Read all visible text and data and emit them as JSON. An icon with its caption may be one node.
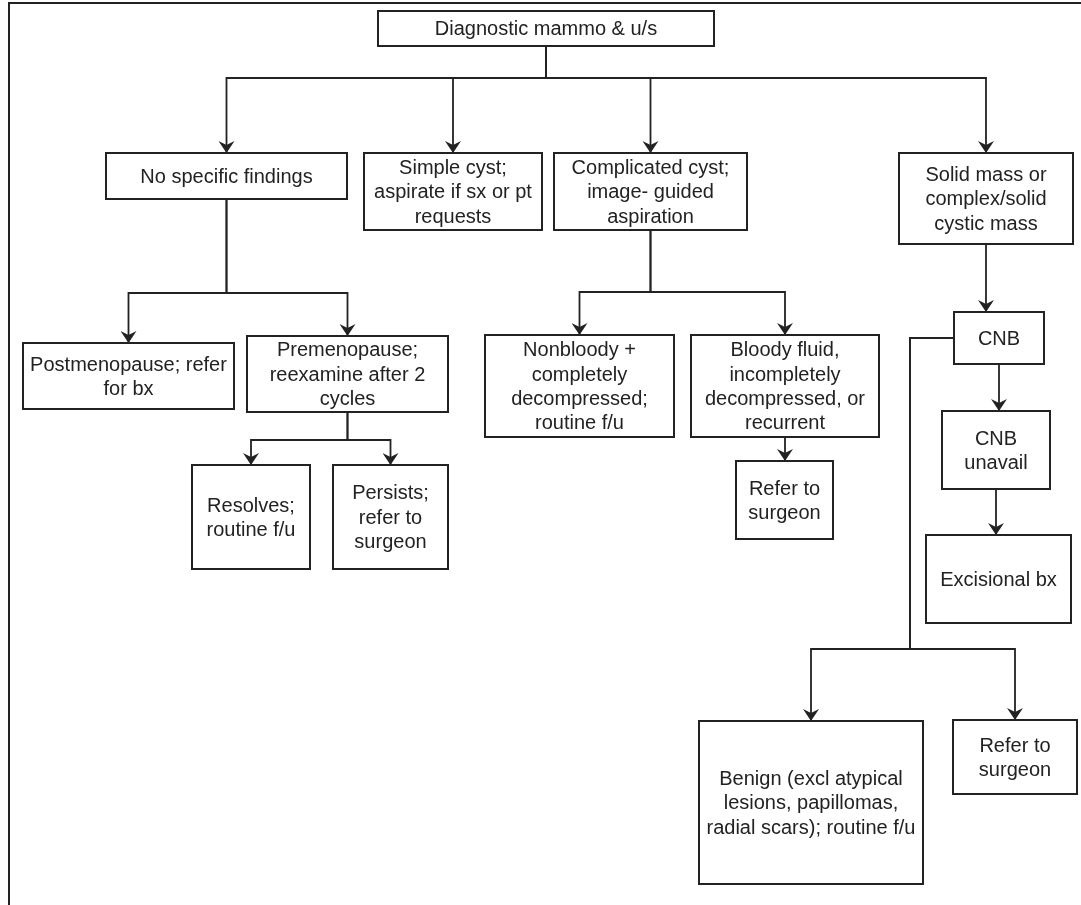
{
  "diagram": {
    "nodes": [
      {
        "text": [
          "Diagnostic mammo & u/s"
        ]
      },
      {
        "text": [
          "No specific findings"
        ]
      },
      {
        "text": [
          "Simple cyst; aspirate if sx or pt requests"
        ]
      },
      {
        "text": [
          "Complicated cyst; image- guided aspiration"
        ]
      },
      {
        "text": [
          "Solid mass or complex/solid cystic mass"
        ]
      },
      {
        "text": [
          "Postmenopause; refer for bx"
        ]
      },
      {
        "text": [
          "Premenopause; reexamine after 2 cycles"
        ]
      },
      {
        "text": [
          "Nonbloody + completely decompressed; routine f/u"
        ]
      },
      {
        "text": [
          "Bloody fluid, incompletely decompressed, or recurrent"
        ]
      },
      {
        "text": [
          "CNB"
        ]
      },
      {
        "text": [
          "CNB unavail"
        ]
      },
      {
        "text": [
          "Resolves; routine f/u"
        ]
      },
      {
        "text": [
          "Persists; refer to surgeon"
        ]
      },
      {
        "text": [
          "Refer to surgeon"
        ]
      },
      {
        "text": [
          "Excisional bx"
        ]
      },
      {
        "text": [
          "Benign (excl atypical lesions, papillomas, radial scars); routine f/u"
        ]
      },
      {
        "text": [
          "Refer to surgeon"
        ]
      }
    ],
    "edges": [
      {
        "from": 0,
        "to": 1,
        "arrow": "to"
      },
      {
        "from": 0,
        "to": 2,
        "arrow": "to"
      },
      {
        "from": 0,
        "to": 3,
        "arrow": "to"
      },
      {
        "from": 0,
        "to": 4,
        "arrow": "to"
      },
      {
        "from": 1,
        "to": 5,
        "arrow": "to"
      },
      {
        "from": 1,
        "to": 6,
        "arrow": "to"
      },
      {
        "from": 3,
        "to": 7,
        "arrow": "to"
      },
      {
        "from": 3,
        "to": 8,
        "arrow": "to"
      },
      {
        "from": 4,
        "to": 9,
        "arrow": "to"
      },
      {
        "from": 6,
        "to": 11,
        "arrow": "to"
      },
      {
        "from": 6,
        "to": 12,
        "arrow": "to"
      },
      {
        "from": 8,
        "to": 13,
        "arrow": "to"
      },
      {
        "from": 9,
        "to": 10,
        "arrow": "to"
      },
      {
        "from": 10,
        "to": 14,
        "arrow": "to"
      },
      {
        "from": 9,
        "to": 15,
        "arrow": "to"
      },
      {
        "from": 9,
        "to": 16,
        "arrow": "to"
      }
    ]
  }
}
